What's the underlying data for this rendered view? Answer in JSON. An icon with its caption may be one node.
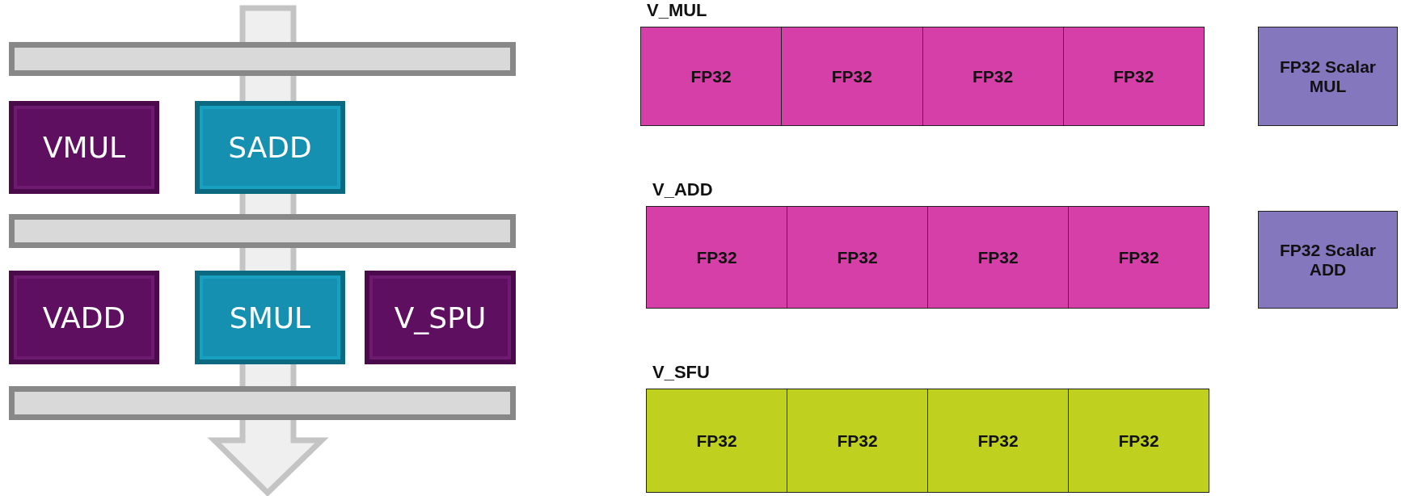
{
  "diagram": {
    "nodes": [
      {
        "text": [],
        "shape": "bar"
      },
      {
        "text": [
          "VMUL"
        ]
      },
      {
        "text": [
          "SADD"
        ]
      },
      {
        "text": [],
        "shape": "bar"
      },
      {
        "text": [
          "VADD"
        ]
      },
      {
        "text": [
          "SMUL"
        ]
      },
      {
        "text": [
          "V_SPU"
        ]
      },
      {
        "text": [],
        "shape": "bar"
      },
      {
        "text": [
          "V_MUL"
        ]
      },
      {
        "text": [
          "FP32"
        ],
        "in": 8
      },
      {
        "text": [
          "FP32"
        ],
        "in": 8
      },
      {
        "text": [
          "FP32"
        ],
        "in": 8
      },
      {
        "text": [
          "FP32"
        ],
        "in": 8
      },
      {
        "text": [
          "FP32 Scalar MUL"
        ]
      },
      {
        "text": [
          "V_ADD"
        ]
      },
      {
        "text": [
          "FP32"
        ],
        "in": 14
      },
      {
        "text": [
          "FP32"
        ],
        "in": 14
      },
      {
        "text": [
          "FP32"
        ],
        "in": 14
      },
      {
        "text": [
          "FP32"
        ],
        "in": 14
      },
      {
        "text": [
          "FP32 Scalar ADD"
        ]
      },
      {
        "text": [
          "V_SFU"
        ]
      },
      {
        "text": [
          "FP32"
        ],
        "in": 20
      },
      {
        "text": [
          "FP32"
        ],
        "in": 20
      },
      {
        "text": [
          "FP32"
        ],
        "in": 20
      },
      {
        "text": [
          "FP32"
        ],
        "in": 20
      }
    ]
  }
}
